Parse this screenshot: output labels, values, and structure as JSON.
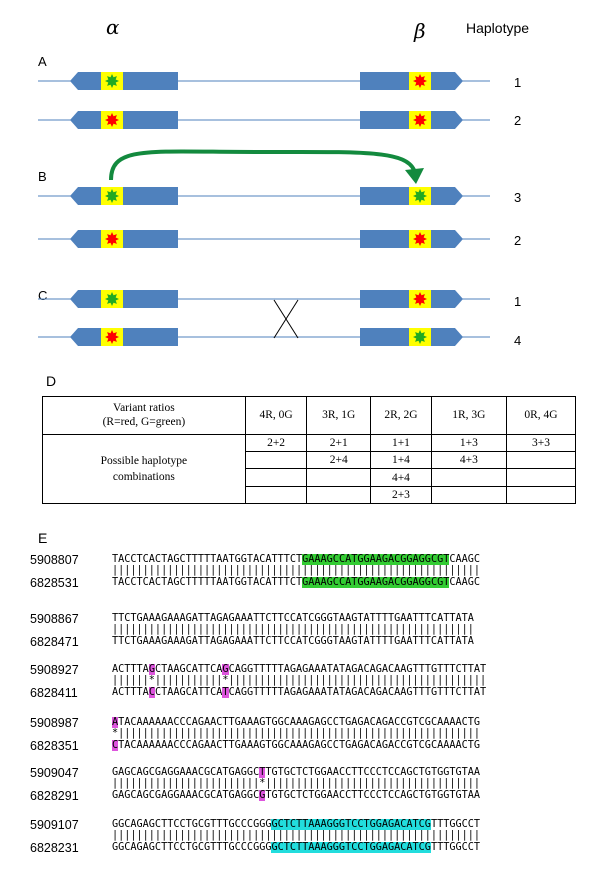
{
  "header": {
    "alpha": "α",
    "beta": "β",
    "haplotype_title": "Haplotype"
  },
  "panels": {
    "a": {
      "label": "A",
      "haplotypes": [
        "1",
        "2"
      ]
    },
    "b": {
      "label": "B",
      "haplotypes": [
        "3",
        "2"
      ]
    },
    "c": {
      "label": "C",
      "haplotypes": [
        "1",
        "4"
      ]
    }
  },
  "colors": {
    "gene_box": "#4f81bd",
    "variant_band": "#ffff00",
    "red_variant": "#ff0000",
    "green_variant": "#22aa22",
    "arrow": "#138a3e",
    "line": "#4f81bd",
    "highlight_green": "#33cc33",
    "highlight_cyan": "#22dddd",
    "highlight_magenta": "#dd55dd"
  },
  "table": {
    "label": "D",
    "header_first": [
      "Variant ratios",
      "(R=red, G=green)"
    ],
    "columns": [
      "4R, 0G",
      "3R, 1G",
      "2R, 2G",
      "1R, 3G",
      "0R, 4G"
    ],
    "row_label": [
      "Possible haplotype",
      "combinations"
    ],
    "rows": [
      [
        "2+2",
        "2+1",
        "1+1",
        "1+3",
        "3+3"
      ],
      [
        "",
        "2+4",
        "1+4",
        "4+3",
        ""
      ],
      [
        "",
        "",
        "4+4",
        "",
        ""
      ],
      [
        "",
        "",
        "2+3",
        "",
        ""
      ]
    ]
  },
  "alignment": {
    "label": "E",
    "blocks": [
      {
        "pos1": "5908807",
        "pos2": "6828531",
        "seq1": "TACCTCACTAGCTTTTTAATGGTACATTTCTGAAAGCCATGGAAGACGGAGGCGTCAAGC",
        "seq2": "TACCTCACTAGCTTTTTAATGGTACATTTCTGAAAGCCATGGAAGACGGAGGCGTCAAGC"
      },
      {
        "pos1": "5908867",
        "pos2": "6828471",
        "seq1": "TTCTGAAAGAAAGATTAGAGAAATTCTTCCATCGGGTAAGTATTTTGAATTTCATTATA",
        "seq2": "TTCTGAAAGAAAGATTAGAGAAATTCTTCCATCGGGTAAGTATTTTGAATTTCATTATA"
      },
      {
        "pos1": "5908927",
        "pos2": "6828411",
        "seq1": "ACTTTAGCTAAGCATTCAGCAGGTTTTTAGAGAAATATAGACAGACAAGTTTGTTTCTTAT",
        "seq2": "ACTTTACCTAAGCATTCATCAGGTTTTTAGAGAAATATAGACAGACAAGTTTGTTTCTTAT"
      },
      {
        "pos1": "5908987",
        "pos2": "6828351",
        "seq1": "ATACAAAAAACCCAGAACTTGAAAGTGGCAAAGAGCCTGAGACAGACCGTCGCAAAACTG",
        "seq2": "CTACAAAAAACCCAGAACTTGAAAGTGGCAAAGAGCCTGAGACAGACCGTCGCAAAACTG"
      },
      {
        "pos1": "5909047",
        "pos2": "6828291",
        "seq1": "GAGCAGCGAGGAAACGCATGAGGCTTGTGCTCTGGAACCTTCCCTCCAGCTGTGGTGTAA",
        "seq2": "GAGCAGCGAGGAAACGCATGAGGCGTGTGCTCTGGAACCTTCCCTCCAGCTGTGGTGTAA"
      },
      {
        "pos1": "5909107",
        "pos2": "6828231",
        "seq1": "GGCAGAGCTTCCTGCGTTTGCCCGGGGCTCTTAAAGGGTCCTGGAGACATCGTTTGGCCT",
        "seq2": "GGCAGAGCTTCCTGCGTTTGCCCGGGGCTCTTAAAGGGTCCTGGAGACATCGTTTGGCCT"
      }
    ]
  }
}
